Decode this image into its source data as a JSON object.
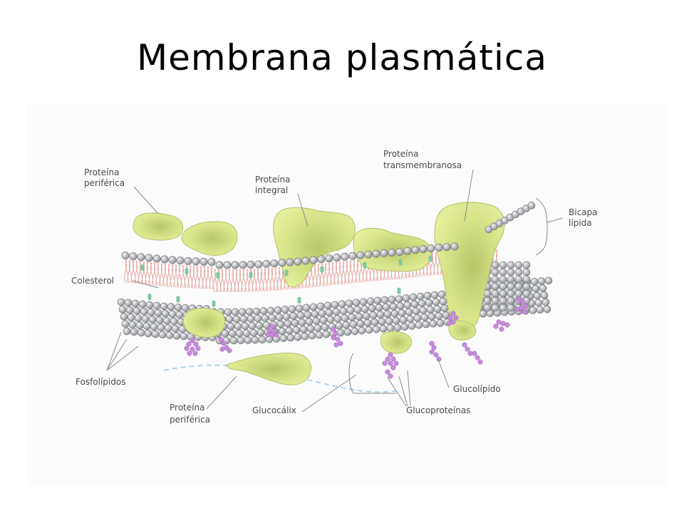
{
  "title": "Membrana plasmática",
  "labels": {
    "proteina_periferica_top_1": "Proteína",
    "proteina_periferica_top_2": "periférica",
    "proteina_integral_1": "Proteína",
    "proteina_integral_2": "integral",
    "proteina_transmembranosa_1": "Proteína",
    "proteina_transmembranosa_2": "transmembranosa",
    "bicapa_1": "Bicapa",
    "bicapa_2": "lípida",
    "colesterol": "Colesterol",
    "fosfolipidos": "Fosfolípidos",
    "proteina_periferica_bottom_1": "Proteína",
    "proteina_periferica_bottom_2": "periférica",
    "glucocalix": "Glucocálix",
    "glucolipido": "Glucolípido",
    "glucoproteinas": "Glucoproteínas"
  },
  "colors": {
    "protein": "#dbe88f",
    "protein_shade": "#a9b85a",
    "head": "#c7c9cc",
    "head_stroke": "#6d6f73",
    "tail": "#e8a7a0",
    "cholesterol": "#7fc9a3",
    "sugar": "#c78bd9",
    "glycocalyx_line": "#a9d4ec",
    "leader_line": "#8a8a8a"
  }
}
